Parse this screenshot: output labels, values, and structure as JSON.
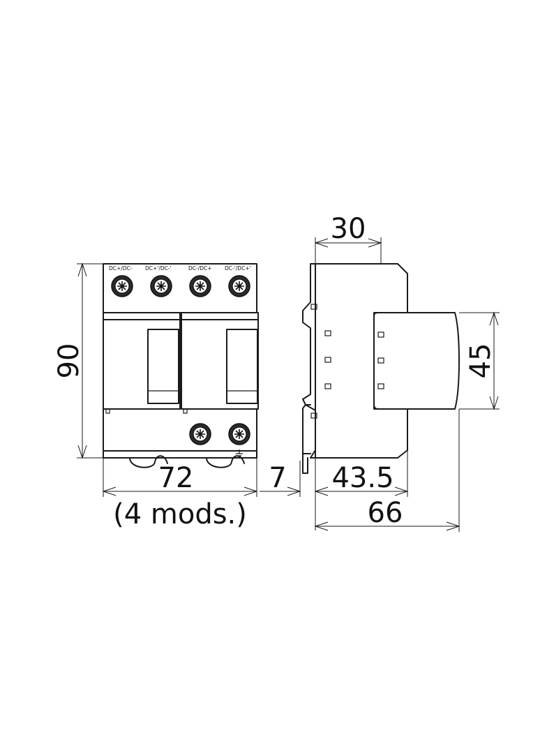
{
  "terminals_top": [
    "DC+/DC-",
    "DC+'/DC-'",
    "DC-/DC+",
    "DC-'/DC+'"
  ],
  "dimensions": {
    "height": "90",
    "width": "72",
    "modules": "(4 mods.)",
    "rail_offset": "7",
    "depth_front": "43.5",
    "depth_total": "66",
    "top_width": "30",
    "front_height": "45"
  },
  "icons": [
    "screw-terminal-icon",
    "ground-symbol-icon"
  ]
}
